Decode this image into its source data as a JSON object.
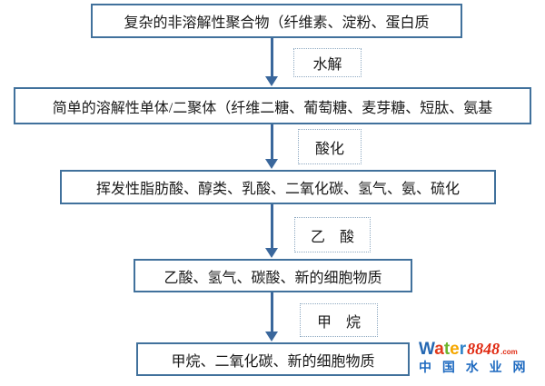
{
  "flowchart": {
    "boxes": [
      {
        "text": "复杂的非溶解性聚合物（纤维素、淀粉、蛋白质"
      },
      {
        "text": "简单的溶解性单体/二聚体（纤维二糖、葡萄糖、麦芽糖、短肽、氨基"
      },
      {
        "text": "挥发性脂肪酸、醇类、乳酸、二氧化碳、氢气、氨、硫化"
      },
      {
        "text": "乙酸、氢气、碳酸、新的细胞物质"
      },
      {
        "text": "甲烷、二氧化碳、新的细胞物质"
      }
    ],
    "arrows": [
      {
        "label": "水解"
      },
      {
        "label": "酸化"
      },
      {
        "label": "乙　酸"
      },
      {
        "label": "甲　烷"
      }
    ],
    "colors": {
      "box_border": "#41719C",
      "arrow": "#3A679C",
      "label_border": "#8EA9C1",
      "text": "#1a1a1a"
    }
  },
  "watermark": {
    "brand": {
      "letters": [
        {
          "ch": "W",
          "color": "#2467B2"
        },
        {
          "ch": "a",
          "color": "#E23A1B"
        },
        {
          "ch": "t",
          "color": "#6CB52D"
        },
        {
          "ch": "e",
          "color": "#F5A700"
        },
        {
          "ch": "r",
          "color": "#2F83C9"
        }
      ],
      "number": "8848",
      "tld": ".com",
      "number_color": "#E02A12"
    },
    "subtitle": "中 国 水 业 网",
    "subtitle_color": "#1E6AC0"
  }
}
